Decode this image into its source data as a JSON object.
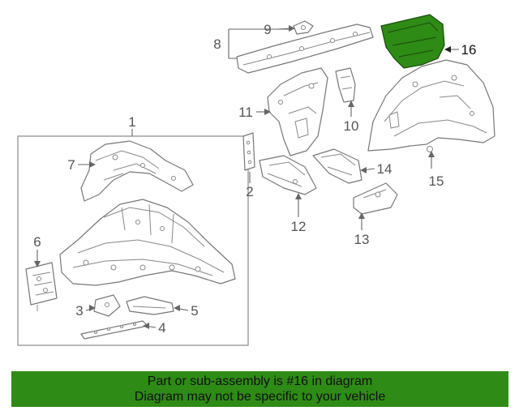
{
  "diagram": {
    "callouts": [
      "1",
      "2",
      "3",
      "4",
      "5",
      "6",
      "7",
      "8",
      "9",
      "10",
      "11",
      "12",
      "13",
      "14",
      "15",
      "16"
    ],
    "highlighted_part": "16",
    "highlight_color": "#2e8b16",
    "line_color": "#777777"
  },
  "banner": {
    "line1": "Part or sub-assembly is #16 in diagram",
    "line2": "Diagram may not be specific to your vehicle",
    "background": "#2e8b16"
  }
}
